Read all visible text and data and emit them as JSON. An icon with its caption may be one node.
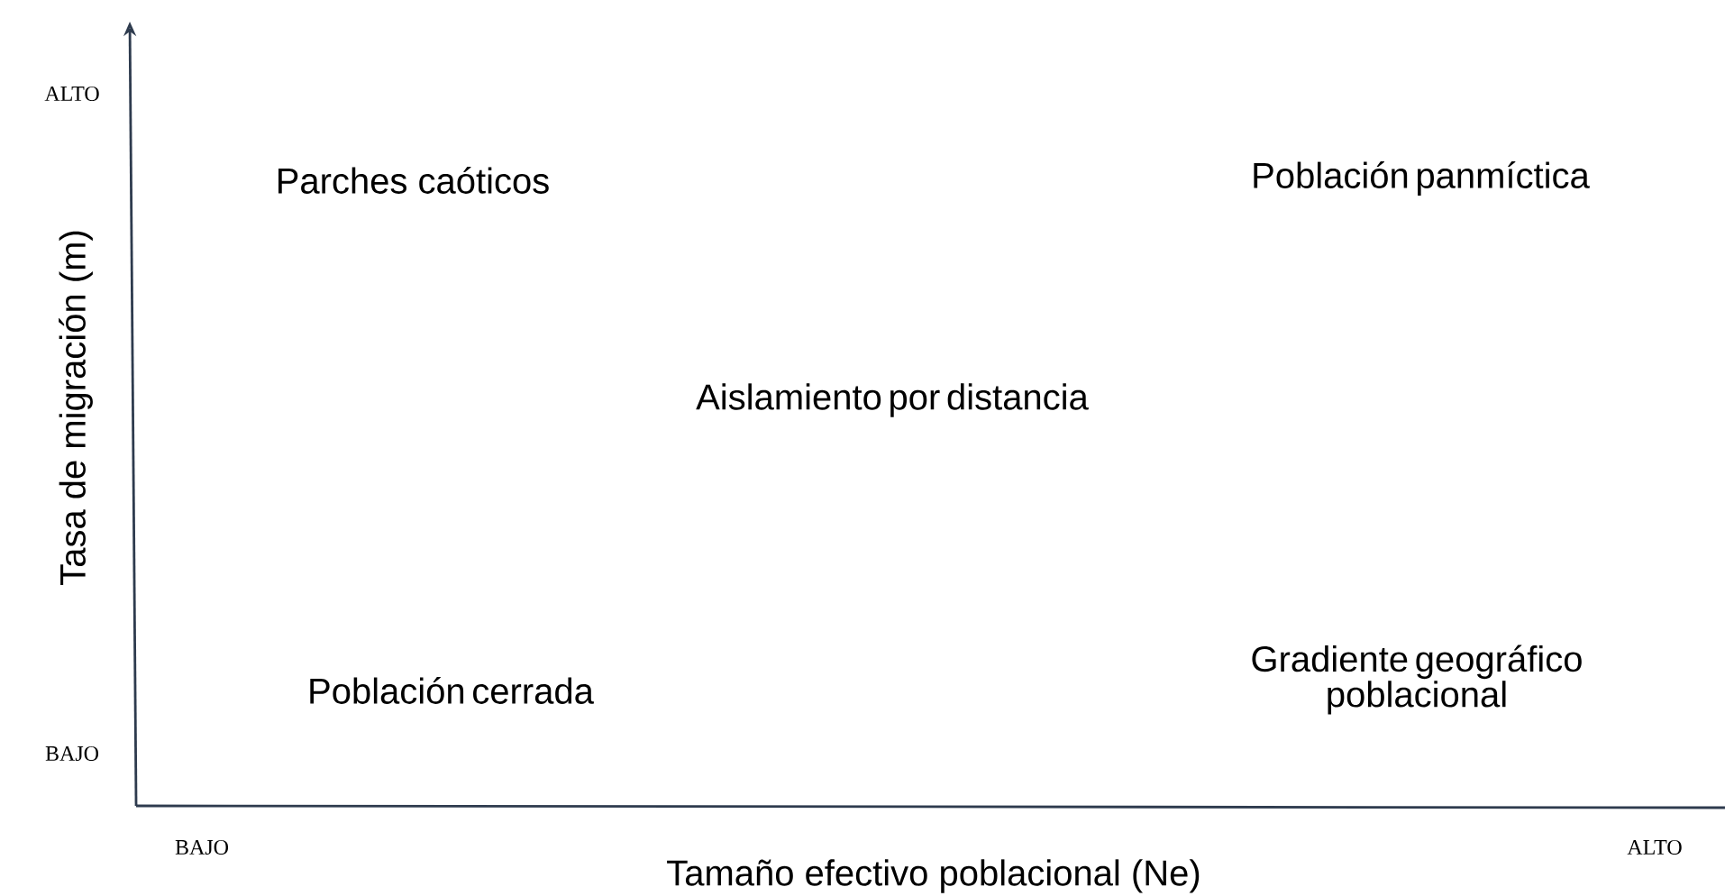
{
  "diagram": {
    "labels": [
      "ALTO",
      "Parches caóticos",
      "Población panmíctica",
      "Tasa de migración (m)",
      "Aislamiento por distancia",
      "Población cerrada",
      "Gradiente geográfico poblacional",
      "BAJO",
      "BAJO",
      "ALTO",
      "Tamaño efectivo poblacional (Ne)"
    ]
  }
}
